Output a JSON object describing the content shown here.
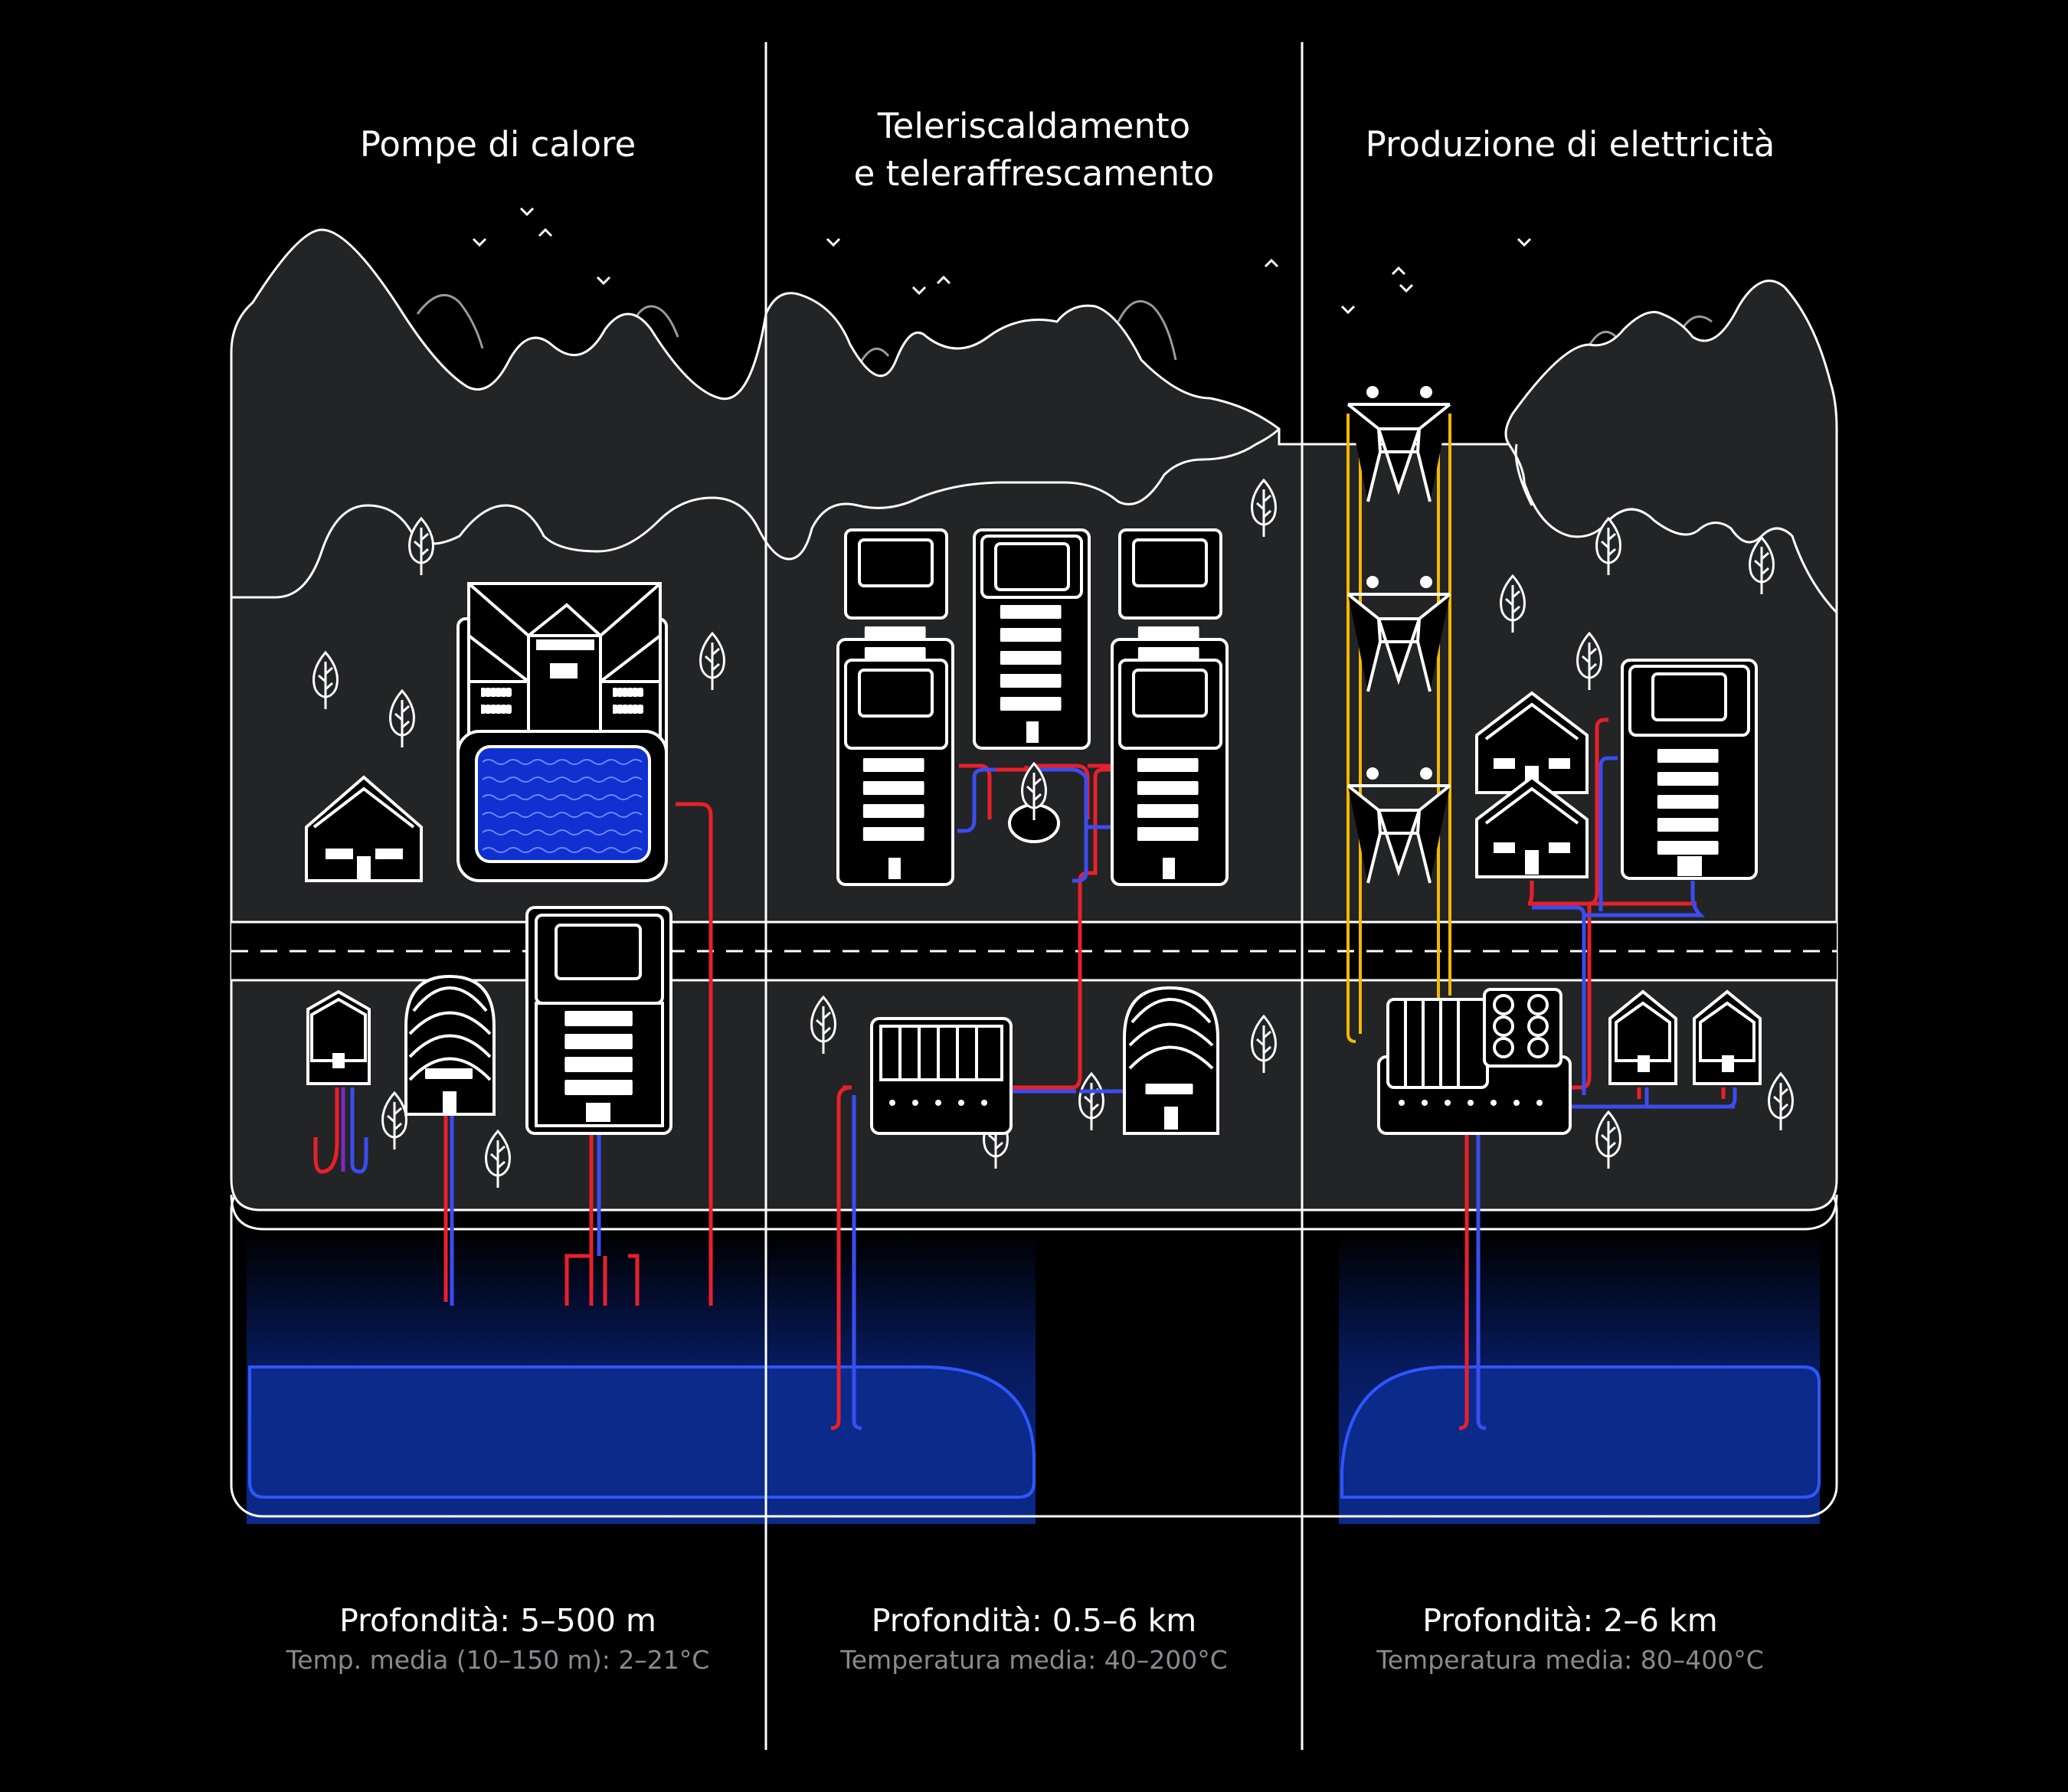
{
  "colors": {
    "background": "#000000",
    "ground": "#232426",
    "line": "#ffffff",
    "hot_pipe": "#e8202a",
    "cold_pipe": "#3b4cf0",
    "power_line": "#f5b800",
    "reservoir": "#0b2a8a",
    "subtitle": "#8a8a8e"
  },
  "columns": [
    {
      "title_lines": [
        "Pompe di calore"
      ],
      "depth": "Profondità: 5–500 m",
      "temperature": "Temp. media (10–150 m): 2–21°C"
    },
    {
      "title_lines": [
        "Teleriscaldamento",
        "e teleraffrescamento"
      ],
      "depth": "Profondità: 0.5–6 km",
      "temperature": "Temperatura media: 40–200°C"
    },
    {
      "title_lines": [
        "Produzione di elettricità"
      ],
      "depth": "Profondità: 2–6 km",
      "temperature": "Temperatura media: 80–400°C"
    }
  ],
  "icons": [
    "tree-icon",
    "house-icon",
    "apartment-icon",
    "greenhouse-icon",
    "power-pylon-icon",
    "power-plant-icon",
    "bird-icon"
  ]
}
